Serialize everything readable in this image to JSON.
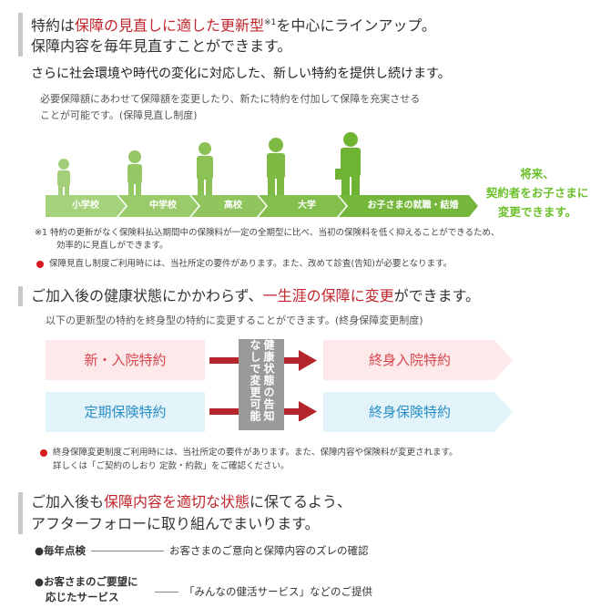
{
  "section1": {
    "title_line1_pre": "特約は",
    "title_line1_red": "保障の見直しに適した更新型",
    "title_line1_sup": "※1",
    "title_line1_post": "を中心にラインアップ。",
    "title_line2": "保障内容を毎年見直すことができます。",
    "subtitle": "さらに社会環境や時代の変化に対応した、新しい特約を提供し続けます。",
    "desc_line1": "必要保障額にあわせて保障額を変更したり、新たに特約を付加して保障を充実させる",
    "desc_line2": "ことが可能です。(保障見直し制度)",
    "stages": [
      "小学校",
      "中学校",
      "高校",
      "大学",
      "お子さまの就職・結婚"
    ],
    "future_note": [
      "将来、",
      "契約者をお子さまに",
      "変更できます。"
    ],
    "note1_line1": "※1 特約の更新がなく保険料払込期間中の保険料が一定の全期型に比べ、当初の保険料を低く抑えることができるため、",
    "note1_line2": "効率的に見直しができます。",
    "note2": "保障見直し制度ご利用時には、当社所定の要件があります。また、改めて診査(告知)が必要となります。"
  },
  "section2": {
    "title_pre": "ご加入後の健康状態にかかわらず、",
    "title_red": "一生涯の保障に変更",
    "title_post": "ができます。",
    "desc": "以下の更新型の特約を終身型の特約に変更することができます。(終身保障変更制度)",
    "left_boxes": [
      "新・入院特約",
      "定期保険特約"
    ],
    "right_boxes": [
      "終身入院特約",
      "終身保険特約"
    ],
    "center_label": "健康状態の告知なしで変更可能",
    "note_line1": "終身保障変更制度ご利用時には、当社所定の要件があります。また、保障内容や保険料が変更されます。",
    "note_line2": "詳しくは「ご契約のしおり 定款・約款」をご確認ください。",
    "colors": {
      "pink": "#fde8ea",
      "blue": "#e3f3fa",
      "arrow": "#b5262c"
    }
  },
  "section3": {
    "title_line1_pre": "ご加入後も",
    "title_line1_red": "保障内容を適切な状態",
    "title_line1_post": "に保てるよう、",
    "title_line2": "アフターフォローに取り組んでまいります。",
    "item1_label": "●毎年点検",
    "item1_desc": "お客さまのご意向と保障内容のズレの確認",
    "item2_label_line1": "●お客さまのご要望に",
    "item2_label_line2": "応じたサービス",
    "item2_desc": "「みんなの健活サービス」などのご提供"
  }
}
